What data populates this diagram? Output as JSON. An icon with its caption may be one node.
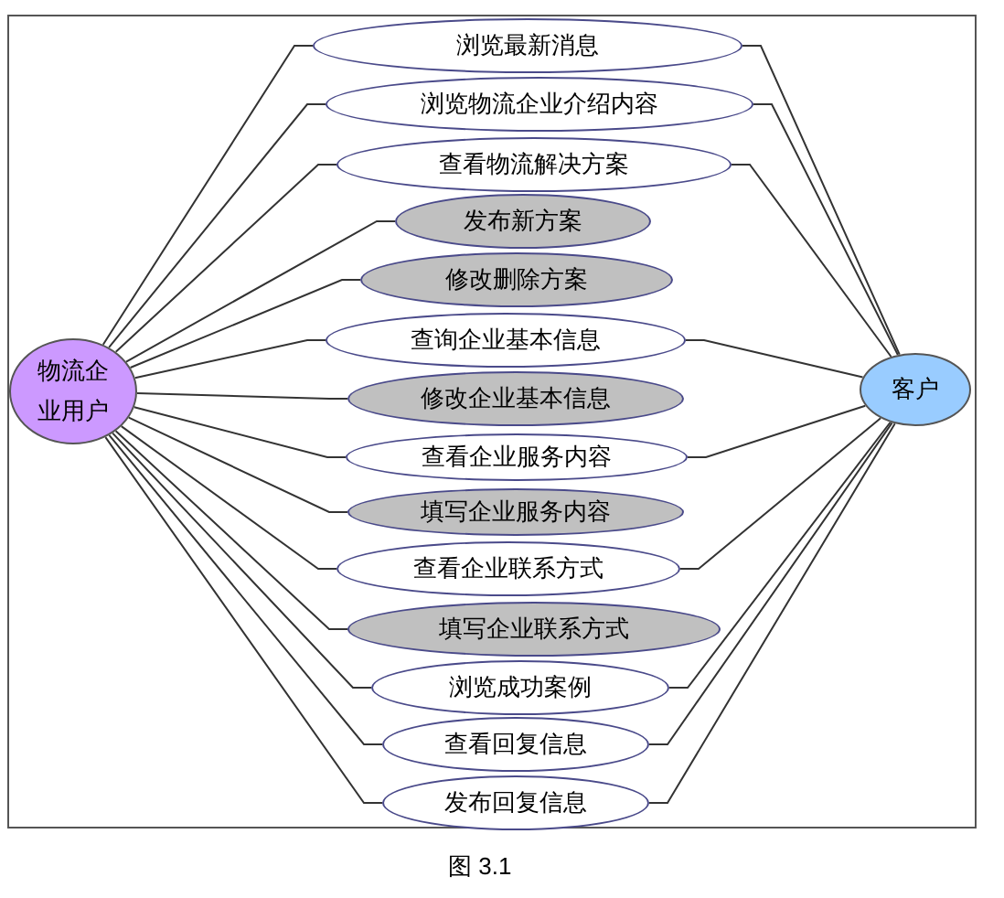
{
  "diagram": {
    "caption": "图 3.1",
    "nodes": [
      {
        "text": [
          "物流企业用户"
        ]
      },
      {
        "text": [
          "客户"
        ]
      },
      {
        "text": [
          "浏览最新消息"
        ]
      },
      {
        "text": [
          "浏览物流企业介绍内容"
        ]
      },
      {
        "text": [
          "查看物流解决方案"
        ]
      },
      {
        "text": [
          "发布新方案"
        ]
      },
      {
        "text": [
          "修改删除方案"
        ]
      },
      {
        "text": [
          "查询企业基本信息"
        ]
      },
      {
        "text": [
          "修改企业基本信息"
        ]
      },
      {
        "text": [
          "查看企业服务内容"
        ]
      },
      {
        "text": [
          "填写企业服务内容"
        ]
      },
      {
        "text": [
          "查看企业联系方式"
        ]
      },
      {
        "text": [
          "填写企业联系方式"
        ]
      },
      {
        "text": [
          "浏览成功案例"
        ]
      },
      {
        "text": [
          "查看回复信息"
        ]
      },
      {
        "text": [
          "发布回复信息"
        ]
      }
    ],
    "edges": [
      {
        "from": 0,
        "to": 2,
        "arrow": "none"
      },
      {
        "from": 0,
        "to": 3,
        "arrow": "none"
      },
      {
        "from": 0,
        "to": 4,
        "arrow": "none"
      },
      {
        "from": 0,
        "to": 5,
        "arrow": "none"
      },
      {
        "from": 0,
        "to": 6,
        "arrow": "none"
      },
      {
        "from": 0,
        "to": 7,
        "arrow": "none"
      },
      {
        "from": 0,
        "to": 8,
        "arrow": "none"
      },
      {
        "from": 0,
        "to": 9,
        "arrow": "none"
      },
      {
        "from": 0,
        "to": 10,
        "arrow": "none"
      },
      {
        "from": 0,
        "to": 11,
        "arrow": "none"
      },
      {
        "from": 0,
        "to": 12,
        "arrow": "none"
      },
      {
        "from": 0,
        "to": 13,
        "arrow": "none"
      },
      {
        "from": 0,
        "to": 14,
        "arrow": "none"
      },
      {
        "from": 0,
        "to": 15,
        "arrow": "none"
      },
      {
        "from": 1,
        "to": 2,
        "arrow": "none"
      },
      {
        "from": 1,
        "to": 3,
        "arrow": "none"
      },
      {
        "from": 1,
        "to": 4,
        "arrow": "none"
      },
      {
        "from": 1,
        "to": 7,
        "arrow": "none"
      },
      {
        "from": 1,
        "to": 9,
        "arrow": "none"
      },
      {
        "from": 1,
        "to": 11,
        "arrow": "none"
      },
      {
        "from": 1,
        "to": 13,
        "arrow": "none"
      },
      {
        "from": 1,
        "to": 14,
        "arrow": "none"
      },
      {
        "from": 1,
        "to": 15,
        "arrow": "none"
      }
    ]
  }
}
